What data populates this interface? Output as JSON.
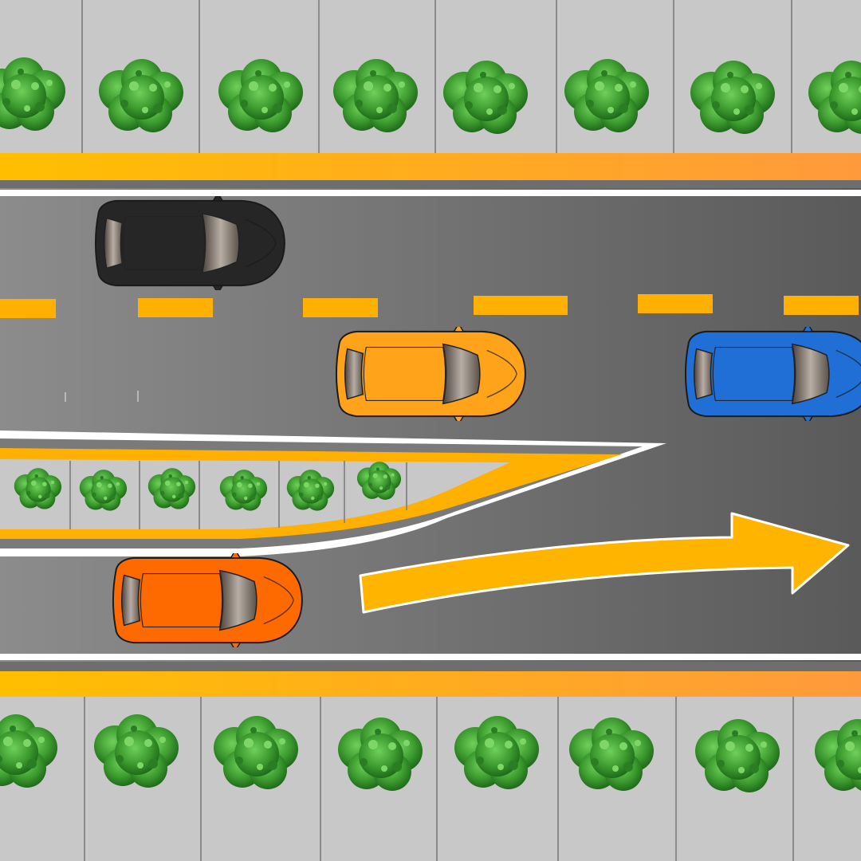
{
  "scene": {
    "description_colors": {
      "sidewalk": "#c8c8c8",
      "sidewalk_joint": "#8a8a8a",
      "curb_yellow_start": "#ffbf00",
      "curb_yellow_end": "#ff9a3c",
      "road_light": "#8a8a8a",
      "road_dark": "#5c5c5c",
      "lane_line_white": "#ffffff",
      "lane_dash_yellow": "#ffb000",
      "arrow_yellow": "#ffb400",
      "bush_green": "#3d9b2f",
      "bush_light": "#5ec04a",
      "bush_dark": "#1f6b1a"
    },
    "vehicles": [
      {
        "name": "black-car",
        "color": "#262626",
        "lane": "top",
        "heading": "right"
      },
      {
        "name": "yellow-car",
        "color": "#ffa31a",
        "lane": "middle",
        "heading": "right"
      },
      {
        "name": "blue-car",
        "color": "#1f6fd6",
        "lane": "middle",
        "heading": "right"
      },
      {
        "name": "orange-car",
        "color": "#ff6a00",
        "lane": "bottom",
        "heading": "right"
      }
    ],
    "direction_arrow": {
      "icon": "arrow-right-icon",
      "meaning": "merge right"
    },
    "bush_icon": "bush-icon"
  }
}
